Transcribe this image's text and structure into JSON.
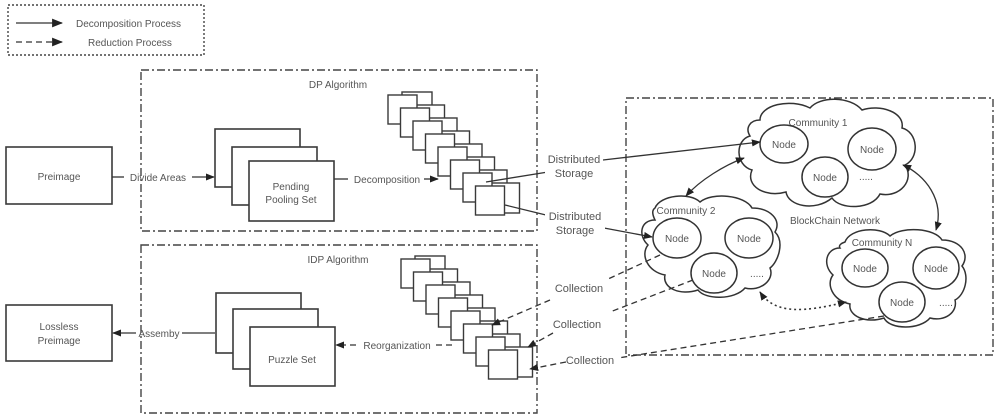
{
  "legend": {
    "decomposition": "Decomposition Process",
    "reduction": "Reduction Process"
  },
  "inputs": {
    "preimage": "Preimage",
    "lossless_line1": "Lossless",
    "lossless_line2": "Preimage"
  },
  "dp": {
    "title": "DP Algorithm",
    "pending_line1": "Pending",
    "pending_line2": "Pooling Set",
    "divide_label": "Divide Areas",
    "decomposition_label": "Decomposition"
  },
  "idp": {
    "title": "IDP Algorithm",
    "puzzle": "Puzzle Set",
    "assembly_label": "Assemby",
    "reorganization_label": "Reorganization"
  },
  "edges": {
    "storage1_line1": "Distributed",
    "storage1_line2": "Storage",
    "storage2_line1": "Distributed",
    "storage2_line2": "Storage",
    "collection1": "Collection",
    "collection2": "Collection",
    "collection3": "Collection"
  },
  "network": {
    "title": "BlockChain Network",
    "communities": [
      {
        "name": "Community 1",
        "nodes": [
          "Node",
          "Node",
          "Node"
        ],
        "more": "....."
      },
      {
        "name": "Community 2",
        "nodes": [
          "Node",
          "Node",
          "Node"
        ],
        "more": "....."
      },
      {
        "name": "Community N",
        "nodes": [
          "Node",
          "Node",
          "Node"
        ],
        "more": "....."
      }
    ]
  }
}
